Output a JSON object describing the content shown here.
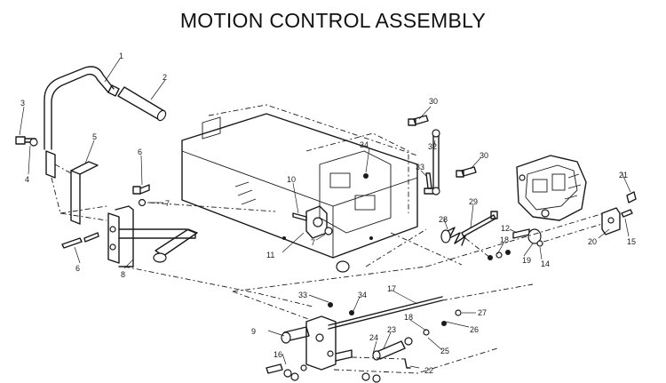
{
  "title": "MOTION CONTROL ASSEMBLY",
  "callouts": {
    "c1": "1",
    "c2": "2",
    "c3": "3",
    "c4": "4",
    "c5": "5",
    "c6a": "6",
    "c6b": "6",
    "c7a": "7",
    "c7b": "7",
    "c8": "8",
    "c9": "9",
    "c10": "10",
    "c11": "11",
    "c12": "12",
    "c14": "14",
    "c15": "15",
    "c16": "16",
    "c17": "17",
    "c18a": "18",
    "c18b": "18",
    "c19": "19",
    "c20": "20",
    "c21": "21",
    "c22": "22",
    "c23": "23",
    "c24": "24",
    "c25": "25",
    "c26": "26",
    "c27": "27",
    "c28": "28",
    "c29": "29",
    "c30a": "30",
    "c30b": "30",
    "c32": "32",
    "c33a": "33",
    "c33b": "33",
    "c34a": "34",
    "c34b": "34"
  }
}
